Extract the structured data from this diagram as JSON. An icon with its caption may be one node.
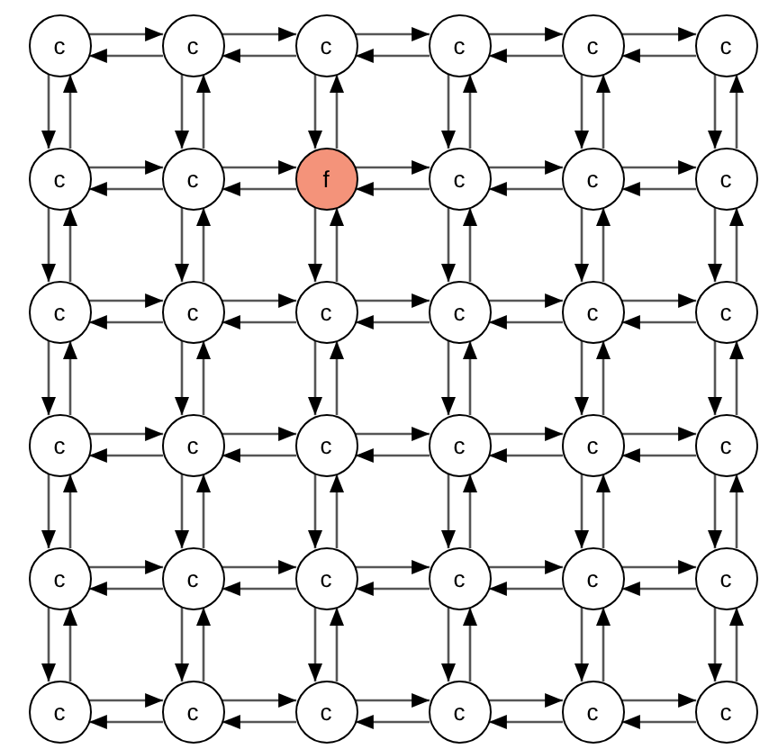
{
  "diagram": {
    "nodes": [
      {
        "text": [
          "c"
        ]
      },
      {
        "text": [
          "c"
        ]
      },
      {
        "text": [
          "c"
        ]
      },
      {
        "text": [
          "c"
        ]
      },
      {
        "text": [
          "c"
        ]
      },
      {
        "text": [
          "c"
        ]
      },
      {
        "text": [
          "c"
        ]
      },
      {
        "text": [
          "c"
        ]
      },
      {
        "text": [
          "f"
        ]
      },
      {
        "text": [
          "c"
        ]
      },
      {
        "text": [
          "c"
        ]
      },
      {
        "text": [
          "c"
        ]
      },
      {
        "text": [
          "c"
        ]
      },
      {
        "text": [
          "c"
        ]
      },
      {
        "text": [
          "c"
        ]
      },
      {
        "text": [
          "c"
        ]
      },
      {
        "text": [
          "c"
        ]
      },
      {
        "text": [
          "c"
        ]
      },
      {
        "text": [
          "c"
        ]
      },
      {
        "text": [
          "c"
        ]
      },
      {
        "text": [
          "c"
        ]
      },
      {
        "text": [
          "c"
        ]
      },
      {
        "text": [
          "c"
        ]
      },
      {
        "text": [
          "c"
        ]
      },
      {
        "text": [
          "c"
        ]
      },
      {
        "text": [
          "c"
        ]
      },
      {
        "text": [
          "c"
        ]
      },
      {
        "text": [
          "c"
        ]
      },
      {
        "text": [
          "c"
        ]
      },
      {
        "text": [
          "c"
        ]
      },
      {
        "text": [
          "c"
        ]
      },
      {
        "text": [
          "c"
        ]
      },
      {
        "text": [
          "c"
        ]
      },
      {
        "text": [
          "c"
        ]
      },
      {
        "text": [
          "c"
        ]
      },
      {
        "text": [
          "c"
        ]
      }
    ],
    "edges": [
      {
        "from": 0,
        "to": 1,
        "arrow": "to"
      },
      {
        "from": 1,
        "to": 0,
        "arrow": "to"
      },
      {
        "from": 1,
        "to": 2,
        "arrow": "to"
      },
      {
        "from": 2,
        "to": 1,
        "arrow": "to"
      },
      {
        "from": 2,
        "to": 3,
        "arrow": "to"
      },
      {
        "from": 3,
        "to": 2,
        "arrow": "to"
      },
      {
        "from": 3,
        "to": 4,
        "arrow": "to"
      },
      {
        "from": 4,
        "to": 3,
        "arrow": "to"
      },
      {
        "from": 4,
        "to": 5,
        "arrow": "to"
      },
      {
        "from": 5,
        "to": 4,
        "arrow": "to"
      },
      {
        "from": 6,
        "to": 7,
        "arrow": "to"
      },
      {
        "from": 7,
        "to": 6,
        "arrow": "to"
      },
      {
        "from": 7,
        "to": 8,
        "arrow": "to"
      },
      {
        "from": 8,
        "to": 7,
        "arrow": "to"
      },
      {
        "from": 8,
        "to": 9,
        "arrow": "to"
      },
      {
        "from": 9,
        "to": 8,
        "arrow": "to"
      },
      {
        "from": 9,
        "to": 10,
        "arrow": "to"
      },
      {
        "from": 10,
        "to": 9,
        "arrow": "to"
      },
      {
        "from": 10,
        "to": 11,
        "arrow": "to"
      },
      {
        "from": 11,
        "to": 10,
        "arrow": "to"
      },
      {
        "from": 12,
        "to": 13,
        "arrow": "to"
      },
      {
        "from": 13,
        "to": 12,
        "arrow": "to"
      },
      {
        "from": 13,
        "to": 14,
        "arrow": "to"
      },
      {
        "from": 14,
        "to": 13,
        "arrow": "to"
      },
      {
        "from": 14,
        "to": 15,
        "arrow": "to"
      },
      {
        "from": 15,
        "to": 14,
        "arrow": "to"
      },
      {
        "from": 15,
        "to": 16,
        "arrow": "to"
      },
      {
        "from": 16,
        "to": 15,
        "arrow": "to"
      },
      {
        "from": 16,
        "to": 17,
        "arrow": "to"
      },
      {
        "from": 17,
        "to": 16,
        "arrow": "to"
      },
      {
        "from": 18,
        "to": 19,
        "arrow": "to"
      },
      {
        "from": 19,
        "to": 18,
        "arrow": "to"
      },
      {
        "from": 19,
        "to": 20,
        "arrow": "to"
      },
      {
        "from": 20,
        "to": 19,
        "arrow": "to"
      },
      {
        "from": 20,
        "to": 21,
        "arrow": "to"
      },
      {
        "from": 21,
        "to": 20,
        "arrow": "to"
      },
      {
        "from": 21,
        "to": 22,
        "arrow": "to"
      },
      {
        "from": 22,
        "to": 21,
        "arrow": "to"
      },
      {
        "from": 22,
        "to": 23,
        "arrow": "to"
      },
      {
        "from": 23,
        "to": 22,
        "arrow": "to"
      },
      {
        "from": 24,
        "to": 25,
        "arrow": "to"
      },
      {
        "from": 25,
        "to": 24,
        "arrow": "to"
      },
      {
        "from": 25,
        "to": 26,
        "arrow": "to"
      },
      {
        "from": 26,
        "to": 25,
        "arrow": "to"
      },
      {
        "from": 26,
        "to": 27,
        "arrow": "to"
      },
      {
        "from": 27,
        "to": 26,
        "arrow": "to"
      },
      {
        "from": 27,
        "to": 28,
        "arrow": "to"
      },
      {
        "from": 28,
        "to": 27,
        "arrow": "to"
      },
      {
        "from": 28,
        "to": 29,
        "arrow": "to"
      },
      {
        "from": 29,
        "to": 28,
        "arrow": "to"
      },
      {
        "from": 30,
        "to": 31,
        "arrow": "to"
      },
      {
        "from": 31,
        "to": 30,
        "arrow": "to"
      },
      {
        "from": 31,
        "to": 32,
        "arrow": "to"
      },
      {
        "from": 32,
        "to": 31,
        "arrow": "to"
      },
      {
        "from": 32,
        "to": 33,
        "arrow": "to"
      },
      {
        "from": 33,
        "to": 32,
        "arrow": "to"
      },
      {
        "from": 33,
        "to": 34,
        "arrow": "to"
      },
      {
        "from": 34,
        "to": 33,
        "arrow": "to"
      },
      {
        "from": 34,
        "to": 35,
        "arrow": "to"
      },
      {
        "from": 35,
        "to": 34,
        "arrow": "to"
      },
      {
        "from": 0,
        "to": 6,
        "arrow": "to"
      },
      {
        "from": 6,
        "to": 0,
        "arrow": "to"
      },
      {
        "from": 1,
        "to": 7,
        "arrow": "to"
      },
      {
        "from": 7,
        "to": 1,
        "arrow": "to"
      },
      {
        "from": 2,
        "to": 8,
        "arrow": "to"
      },
      {
        "from": 8,
        "to": 2,
        "arrow": "to"
      },
      {
        "from": 3,
        "to": 9,
        "arrow": "to"
      },
      {
        "from": 9,
        "to": 3,
        "arrow": "to"
      },
      {
        "from": 4,
        "to": 10,
        "arrow": "to"
      },
      {
        "from": 10,
        "to": 4,
        "arrow": "to"
      },
      {
        "from": 5,
        "to": 11,
        "arrow": "to"
      },
      {
        "from": 11,
        "to": 5,
        "arrow": "to"
      },
      {
        "from": 6,
        "to": 12,
        "arrow": "to"
      },
      {
        "from": 12,
        "to": 6,
        "arrow": "to"
      },
      {
        "from": 7,
        "to": 13,
        "arrow": "to"
      },
      {
        "from": 13,
        "to": 7,
        "arrow": "to"
      },
      {
        "from": 8,
        "to": 14,
        "arrow": "to"
      },
      {
        "from": 14,
        "to": 8,
        "arrow": "to"
      },
      {
        "from": 9,
        "to": 15,
        "arrow": "to"
      },
      {
        "from": 15,
        "to": 9,
        "arrow": "to"
      },
      {
        "from": 10,
        "to": 16,
        "arrow": "to"
      },
      {
        "from": 16,
        "to": 10,
        "arrow": "to"
      },
      {
        "from": 11,
        "to": 17,
        "arrow": "to"
      },
      {
        "from": 17,
        "to": 11,
        "arrow": "to"
      },
      {
        "from": 12,
        "to": 18,
        "arrow": "to"
      },
      {
        "from": 18,
        "to": 12,
        "arrow": "to"
      },
      {
        "from": 13,
        "to": 19,
        "arrow": "to"
      },
      {
        "from": 19,
        "to": 13,
        "arrow": "to"
      },
      {
        "from": 14,
        "to": 20,
        "arrow": "to"
      },
      {
        "from": 20,
        "to": 14,
        "arrow": "to"
      },
      {
        "from": 15,
        "to": 21,
        "arrow": "to"
      },
      {
        "from": 21,
        "to": 15,
        "arrow": "to"
      },
      {
        "from": 16,
        "to": 22,
        "arrow": "to"
      },
      {
        "from": 22,
        "to": 16,
        "arrow": "to"
      },
      {
        "from": 17,
        "to": 23,
        "arrow": "to"
      },
      {
        "from": 23,
        "to": 17,
        "arrow": "to"
      },
      {
        "from": 18,
        "to": 24,
        "arrow": "to"
      },
      {
        "from": 24,
        "to": 18,
        "arrow": "to"
      },
      {
        "from": 19,
        "to": 25,
        "arrow": "to"
      },
      {
        "from": 25,
        "to": 19,
        "arrow": "to"
      },
      {
        "from": 20,
        "to": 26,
        "arrow": "to"
      },
      {
        "from": 26,
        "to": 20,
        "arrow": "to"
      },
      {
        "from": 21,
        "to": 27,
        "arrow": "to"
      },
      {
        "from": 27,
        "to": 21,
        "arrow": "to"
      },
      {
        "from": 22,
        "to": 28,
        "arrow": "to"
      },
      {
        "from": 28,
        "to": 22,
        "arrow": "to"
      },
      {
        "from": 23,
        "to": 29,
        "arrow": "to"
      },
      {
        "from": 29,
        "to": 23,
        "arrow": "to"
      },
      {
        "from": 24,
        "to": 30,
        "arrow": "to"
      },
      {
        "from": 30,
        "to": 24,
        "arrow": "to"
      },
      {
        "from": 25,
        "to": 31,
        "arrow": "to"
      },
      {
        "from": 31,
        "to": 25,
        "arrow": "to"
      },
      {
        "from": 26,
        "to": 32,
        "arrow": "to"
      },
      {
        "from": 32,
        "to": 26,
        "arrow": "to"
      },
      {
        "from": 27,
        "to": 33,
        "arrow": "to"
      },
      {
        "from": 33,
        "to": 27,
        "arrow": "to"
      },
      {
        "from": 28,
        "to": 34,
        "arrow": "to"
      },
      {
        "from": 34,
        "to": 28,
        "arrow": "to"
      },
      {
        "from": 29,
        "to": 35,
        "arrow": "to"
      },
      {
        "from": 35,
        "to": 29,
        "arrow": "to"
      }
    ]
  }
}
